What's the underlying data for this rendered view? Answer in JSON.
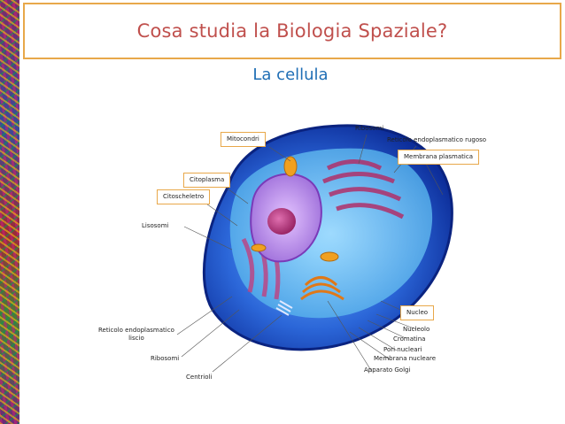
{
  "slide": {
    "title": "Cosa studia la Biologia Spaziale?",
    "subtitle": "La cellula"
  },
  "labels": {
    "ribosomi_top": "Ribosomi",
    "rer": "Reticolo endoplasmatico rugoso",
    "mitocondri": "Mitocondri",
    "membrana_plasmatica": "Membrana plasmatica",
    "citoplasma": "Citoplasma",
    "citoscheletro": "Citoscheletro",
    "lisosomi": "Lisosomi",
    "nucleo": "Nucleo",
    "ser_line1": "Reticolo endoplasmatico",
    "ser_line2": "liscio",
    "nucleolo": "Nucleolo",
    "cromatina": "Cromatina",
    "pori_nucleari": "Pori nucleari",
    "membrana_nucleare": "Membrana nucleare",
    "ribosomi_bottom": "Ribosomi",
    "apparato_golgi": "Apparato Golgi",
    "centrioli": "Centrioli"
  }
}
